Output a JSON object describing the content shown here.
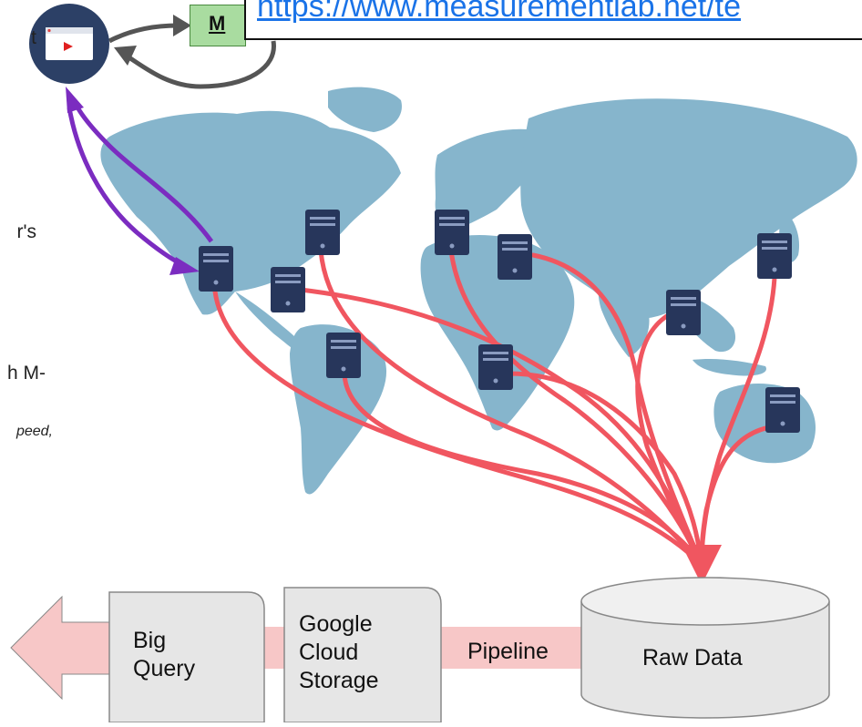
{
  "header": {
    "url_text": "https://www.measurementlab.net/te",
    "mlab_badge": "M"
  },
  "side_text": {
    "line1": "t",
    "line2": "r's",
    "line3": "h M-",
    "line4": "peed,"
  },
  "pipeline": {
    "big_query": "Big\nQuery",
    "cloud_storage": "Google\nCloud\nStorage",
    "pipeline_label": "Pipeline",
    "raw_data": "Raw Data"
  },
  "colors": {
    "map": "#86b5cc",
    "red_arrow": "#f05660",
    "purple_arrow": "#7b2cc0",
    "gray_arrow": "#555555",
    "server": "#27365b",
    "user_circle": "#2c4066",
    "pink": "#f7c7c7",
    "box_fill": "#e6e6e6"
  },
  "icons": [
    "server-icon",
    "user-browser-icon",
    "mlab-logo-icon"
  ]
}
